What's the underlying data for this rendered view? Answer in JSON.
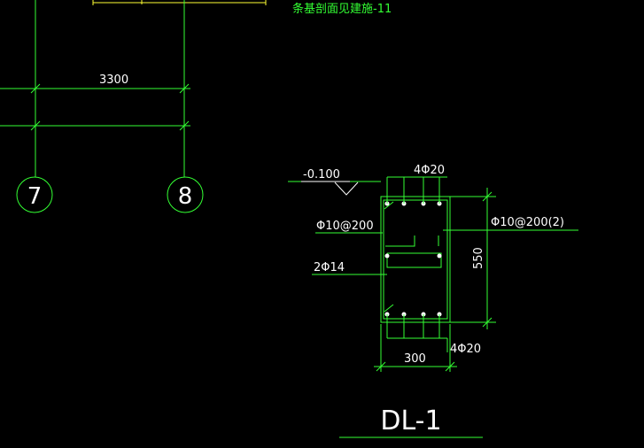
{
  "header_note": "条基剖面见建施-11",
  "grid": {
    "span_dimension": "3300",
    "axis_a": "7",
    "axis_b": "8"
  },
  "section": {
    "elevation": "-0.100",
    "top_bars": "4Φ20",
    "stirrup_left": "Φ10@200",
    "stirrup_right": "Φ10@200(2)",
    "side_bars": "2Φ14",
    "height": "550",
    "width": "300",
    "bottom_bars": "4Φ20",
    "title": "DL-1"
  },
  "colors": {
    "background": "#000000",
    "lines": "#33ff33",
    "text": "#ffffff",
    "accent": "#ffff33"
  }
}
